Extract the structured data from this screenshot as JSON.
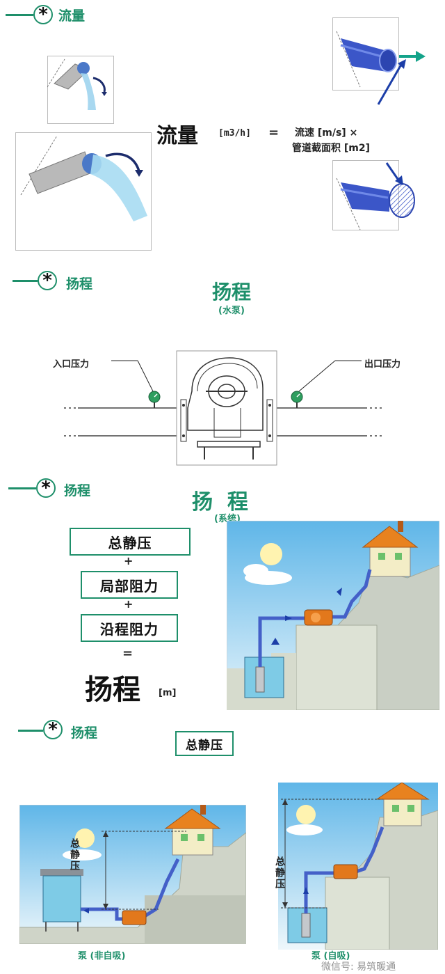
{
  "section1": {
    "title": "流量",
    "formula": {
      "lhs": "流量",
      "lhs_unit": "[m3/h]",
      "equals": "=",
      "rhs_line1": "流速 [m/s] ×",
      "rhs_line2": "管道截面积 [m2]"
    }
  },
  "section2": {
    "title": "扬程",
    "heading": "扬程",
    "subheading": "(水泵)",
    "inlet_label": "入口压力",
    "outlet_label": "出口压力"
  },
  "section3": {
    "title": "扬程",
    "heading": "扬  程",
    "subheading": "(系统)",
    "box1": "总静压",
    "plus1": "+",
    "box2": "局部阻力",
    "plus2": "+",
    "box3": "沿程阻力",
    "eq": "=",
    "result": "扬程",
    "result_unit": "[m]"
  },
  "section4": {
    "title": "扬程",
    "box": "总静压",
    "left_vertical_label": "总静压",
    "right_vertical_label": "总静压",
    "caption_left": "泵 (非自吸)",
    "caption_right": "泵 (自吸)",
    "watermark": "微信号: 易筑暖通"
  },
  "colors": {
    "accent": "#1e8f6a",
    "pipe_blue": "#3b56c8",
    "arrow_navy": "#1c3ea8",
    "gauge_green": "#2e9e5f",
    "pump_orange": "#e2781c",
    "roof_orange": "#e8821f"
  }
}
